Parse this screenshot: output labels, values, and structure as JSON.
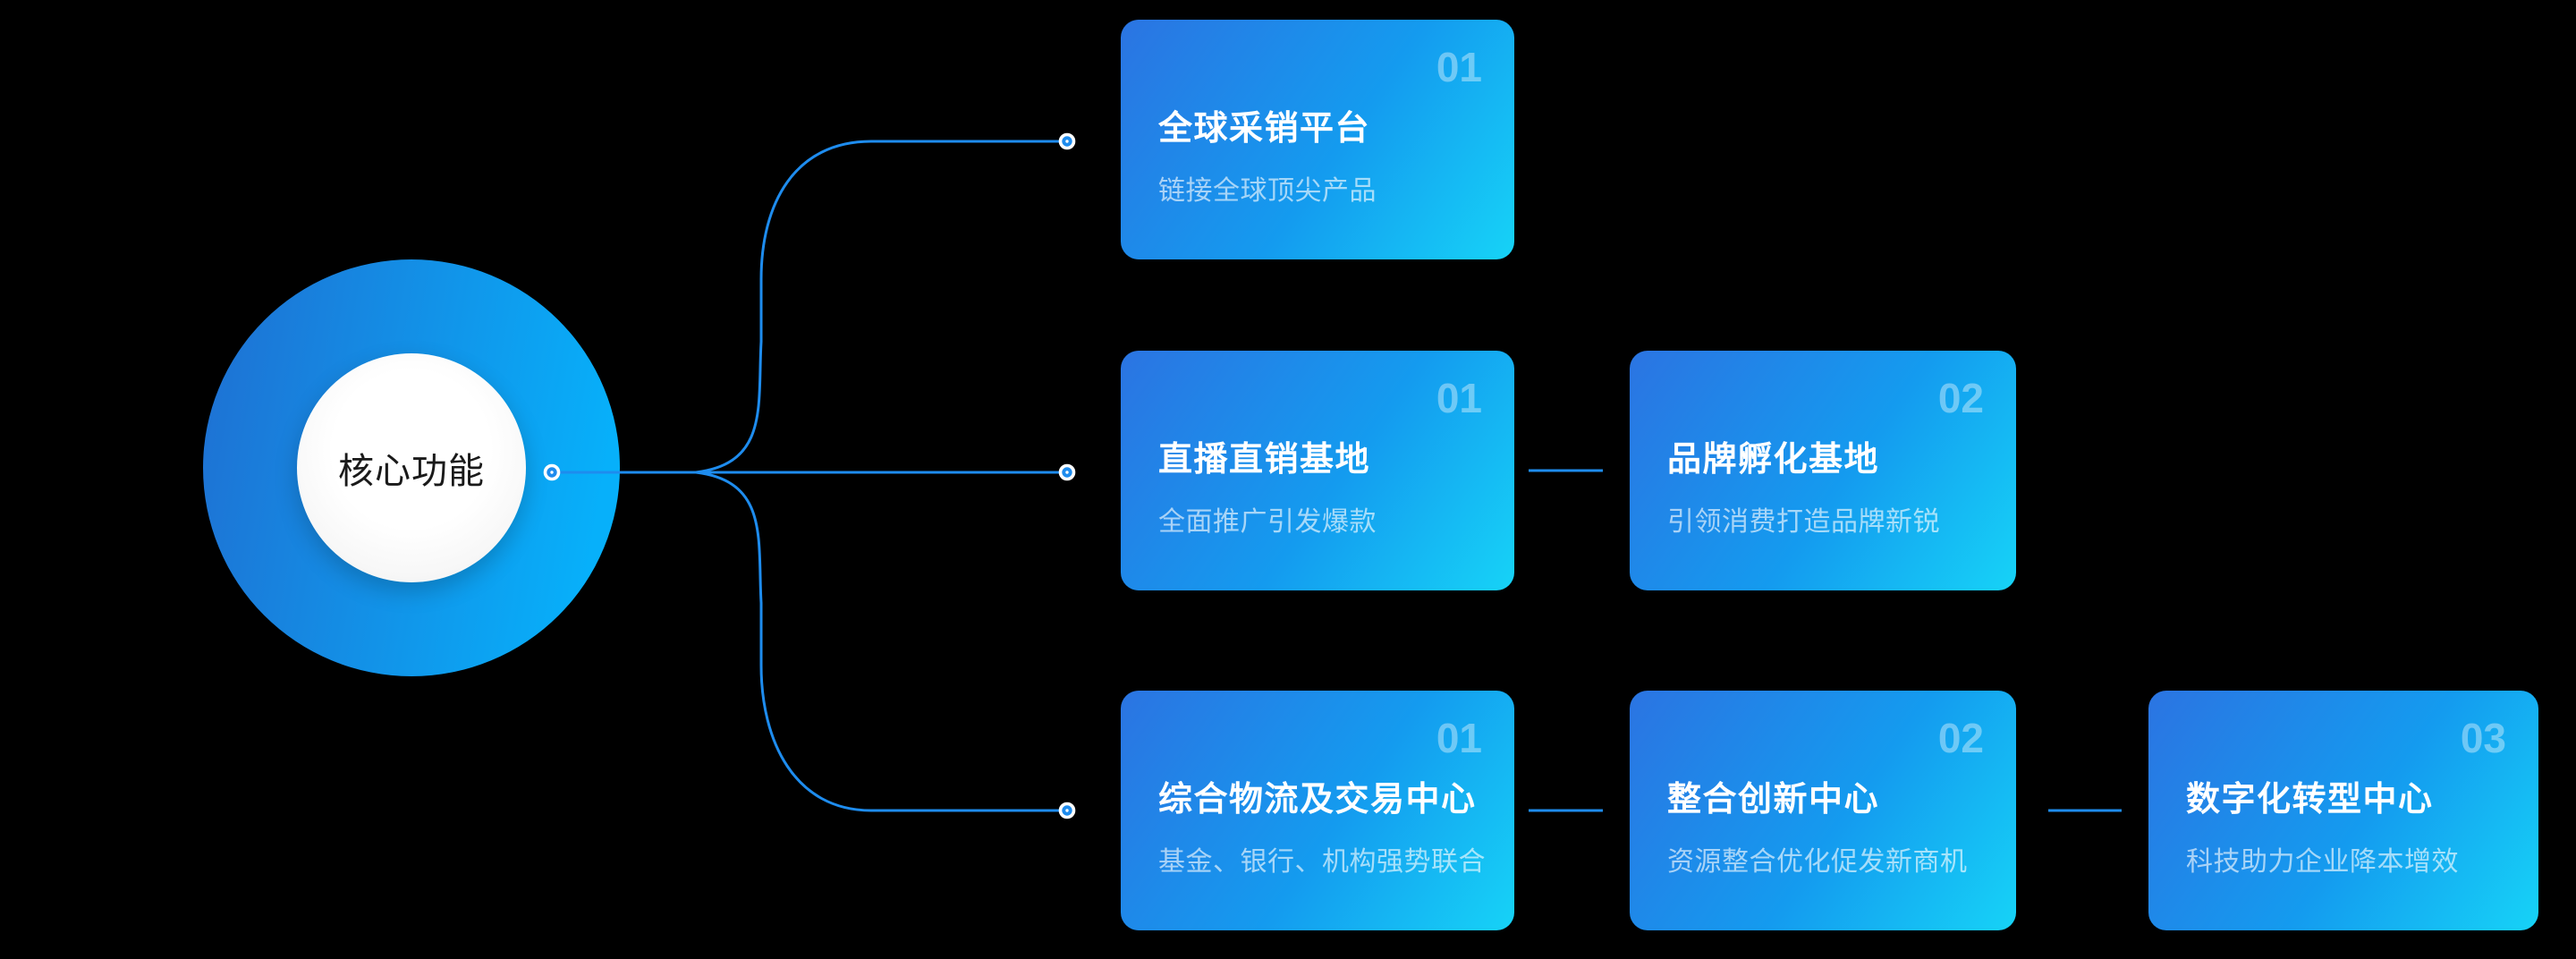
{
  "center": {
    "label": "核心功能"
  },
  "colors": {
    "background": "#000000",
    "connector_line": "#1e8cee",
    "card_gradient_start": "#2b74e2",
    "card_gradient_end": "#16d3f7",
    "circle_gradient_start": "#1f6fd2",
    "circle_gradient_end": "#07b0fa",
    "title_text": "#ffffff",
    "center_text": "#1a1a1a"
  },
  "cards": [
    {
      "number": "01",
      "title": "全球采销平台",
      "subtitle": "链接全球顶尖产品"
    },
    {
      "number": "01",
      "title": "直播直销基地",
      "subtitle": "全面推广引发爆款"
    },
    {
      "number": "02",
      "title": "品牌孵化基地",
      "subtitle": "引领消费打造品牌新锐"
    },
    {
      "number": "01",
      "title": "综合物流及交易中心",
      "subtitle": "基金、银行、机构强势联合"
    },
    {
      "number": "02",
      "title": "整合创新中心",
      "subtitle": "资源整合优化促发新商机"
    },
    {
      "number": "03",
      "title": "数字化转型中心",
      "subtitle": "科技助力企业降本增效"
    }
  ]
}
